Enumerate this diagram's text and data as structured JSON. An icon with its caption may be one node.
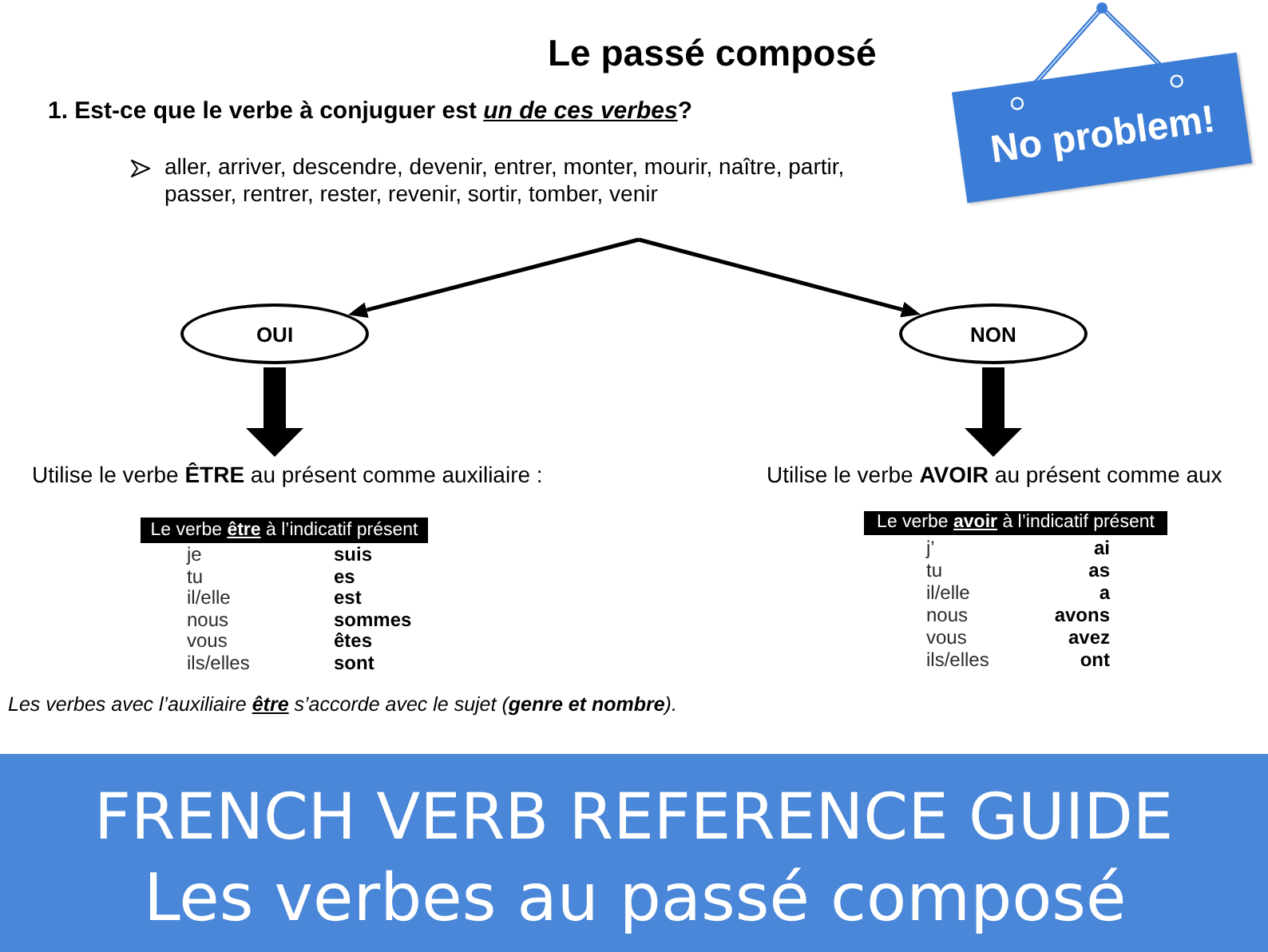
{
  "diagram": {
    "title": "Le passé composé",
    "nodes": [
      {
        "text": [
          "1. Est-ce que le verbe à conjuguer est *un de ces verbes*?",
          "aller, arriver, descendre, devenir, entrer, monter, mourir, naître, partir, passer, rentrer, rester, revenir, sortir, tomber, venir"
        ]
      },
      {
        "text": [
          "OUI"
        ]
      },
      {
        "text": [
          "NON"
        ]
      },
      {
        "text": [
          "Utilise le verbe **ÊTRE** au présent comme auxiliaire :"
        ]
      },
      {
        "text": [
          "Utilise le verbe **AVOIR** au présent comme aux"
        ]
      },
      {
        "text": [
          "Le verbe **être** à l’indicatif présent"
        ]
      },
      {
        "text": [
          "Le verbe **avoir** à l’indicatif présent"
        ]
      },
      {
        "text": [
          "No problem!"
        ]
      }
    ],
    "edges": [
      {
        "from": 0,
        "to": 1,
        "arrow": "to"
      },
      {
        "from": 0,
        "to": 2,
        "arrow": "to"
      },
      {
        "from": 1,
        "to": 3,
        "arrow": "to",
        "style": "thick"
      },
      {
        "from": 2,
        "to": 4,
        "arrow": "to",
        "style": "thick"
      }
    ],
    "labels": [
      "je",
      "suis",
      "tu",
      "es",
      "il/elle",
      "est",
      "nous",
      "sommes",
      "vous",
      "êtes",
      "ils/elles",
      "sont",
      "j’",
      "ai",
      "tu",
      "as",
      "il/elle",
      "a",
      "nous",
      "avons",
      "vous",
      "avez",
      "ils/elles",
      "ont",
      "Les verbes avec l’auxiliaire **être** s’accorde avec le sujet (**genre et nombre**).",
      "FRENCH VERB REFERENCE GUIDE",
      "Les verbes au passé composé"
    ]
  }
}
